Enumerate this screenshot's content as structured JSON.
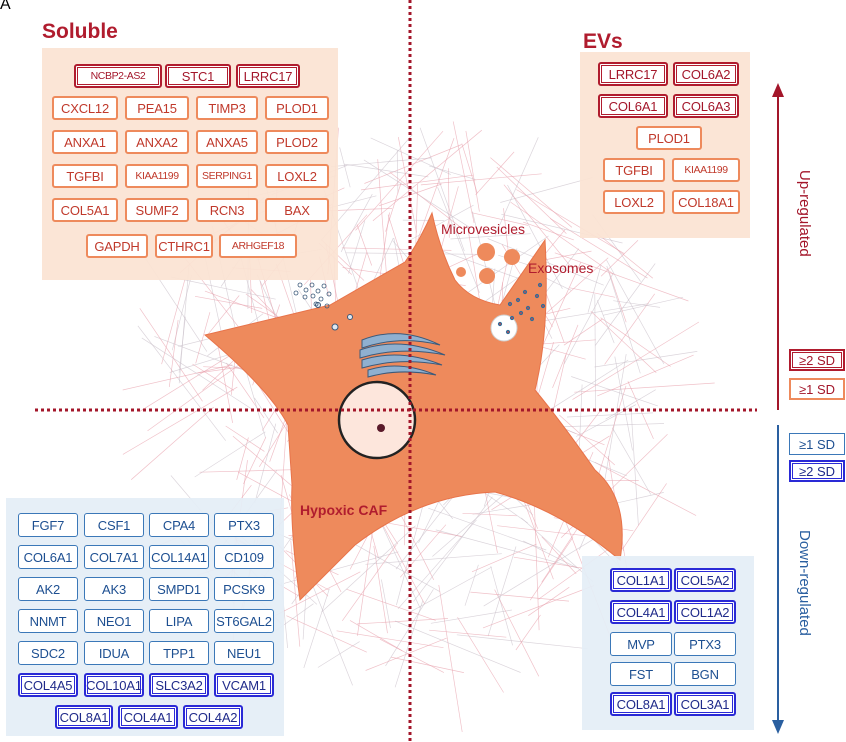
{
  "panel_letter": "A",
  "soluble": {
    "title": "Soluble",
    "rows": [
      [
        {
          "t": "NCBP2-AS2",
          "k": "u2"
        },
        {
          "t": "STC1",
          "k": "u2"
        },
        {
          "t": "LRRC17",
          "k": "u2"
        }
      ],
      [
        {
          "t": "CXCL12",
          "k": "u1"
        },
        {
          "t": "PEA15",
          "k": "u1"
        },
        {
          "t": "TIMP3",
          "k": "u1"
        },
        {
          "t": "PLOD1",
          "k": "u1"
        }
      ],
      [
        {
          "t": "ANXA1",
          "k": "u1"
        },
        {
          "t": "ANXA2",
          "k": "u1"
        },
        {
          "t": "ANXA5",
          "k": "u1"
        },
        {
          "t": "PLOD2",
          "k": "u1"
        }
      ],
      [
        {
          "t": "TGFBI",
          "k": "u1"
        },
        {
          "t": "KIAA1199",
          "k": "u1"
        },
        {
          "t": "SERPING1",
          "k": "u1"
        },
        {
          "t": "LOXL2",
          "k": "u1"
        }
      ],
      [
        {
          "t": "COL5A1",
          "k": "u1"
        },
        {
          "t": "SUMF2",
          "k": "u1"
        },
        {
          "t": "RCN3",
          "k": "u1"
        },
        {
          "t": "BAX",
          "k": "u1"
        }
      ],
      [
        {
          "t": "GAPDH",
          "k": "u1"
        },
        {
          "t": "CTHRC1",
          "k": "u1"
        },
        {
          "t": "ARHGEF18",
          "k": "u1"
        }
      ]
    ]
  },
  "evs": {
    "title": "EVs",
    "rows": [
      [
        {
          "t": "LRRC17",
          "k": "u2"
        },
        {
          "t": "COL6A2",
          "k": "u2"
        }
      ],
      [
        {
          "t": "COL6A1",
          "k": "u2"
        },
        {
          "t": "COL6A3",
          "k": "u2"
        }
      ],
      [
        {
          "t": "PLOD1",
          "k": "u1"
        }
      ],
      [
        {
          "t": "TGFBI",
          "k": "u1"
        },
        {
          "t": "KIAA1199",
          "k": "u1"
        }
      ],
      [
        {
          "t": "LOXL2",
          "k": "u1"
        },
        {
          "t": "COL18A1",
          "k": "u1"
        }
      ]
    ]
  },
  "down_soluble": {
    "rows": [
      [
        {
          "t": "FGF7",
          "k": "d1"
        },
        {
          "t": "CSF1",
          "k": "d1"
        },
        {
          "t": "CPA4",
          "k": "d1"
        },
        {
          "t": "PTX3",
          "k": "d1"
        }
      ],
      [
        {
          "t": "COL6A1",
          "k": "d1"
        },
        {
          "t": "COL7A1",
          "k": "d1"
        },
        {
          "t": "COL14A1",
          "k": "d1"
        },
        {
          "t": "CD109",
          "k": "d1"
        }
      ],
      [
        {
          "t": "AK2",
          "k": "d1"
        },
        {
          "t": "AK3",
          "k": "d1"
        },
        {
          "t": "SMPD1",
          "k": "d1"
        },
        {
          "t": "PCSK9",
          "k": "d1"
        }
      ],
      [
        {
          "t": "NNMT",
          "k": "d1"
        },
        {
          "t": "NEO1",
          "k": "d1"
        },
        {
          "t": "LIPA",
          "k": "d1"
        },
        {
          "t": "ST6GAL2",
          "k": "d1"
        }
      ],
      [
        {
          "t": "SDC2",
          "k": "d1"
        },
        {
          "t": "IDUA",
          "k": "d1"
        },
        {
          "t": "TPP1",
          "k": "d1"
        },
        {
          "t": "NEU1",
          "k": "d1"
        }
      ],
      [
        {
          "t": "COL4A5",
          "k": "d2"
        },
        {
          "t": "COL10A1",
          "k": "d2"
        },
        {
          "t": "SLC3A2",
          "k": "d2"
        },
        {
          "t": "VCAM1",
          "k": "d2"
        }
      ],
      [
        {
          "t": "COL8A1",
          "k": "d2"
        },
        {
          "t": "COL4A1",
          "k": "d2"
        },
        {
          "t": "COL4A2",
          "k": "d2"
        }
      ]
    ]
  },
  "down_evs": {
    "rows": [
      [
        {
          "t": "COL1A1",
          "k": "d2"
        },
        {
          "t": "COL5A2",
          "k": "d2"
        }
      ],
      [
        {
          "t": "COL4A1",
          "k": "d2"
        },
        {
          "t": "COL1A2",
          "k": "d2"
        }
      ],
      [
        {
          "t": "MVP",
          "k": "d1"
        },
        {
          "t": "PTX3",
          "k": "d1"
        }
      ],
      [
        {
          "t": "FST",
          "k": "d1"
        },
        {
          "t": "BGN",
          "k": "d1"
        }
      ],
      [
        {
          "t": "COL8A1",
          "k": "d2"
        },
        {
          "t": "COL3A1",
          "k": "d2"
        }
      ]
    ]
  },
  "labels": {
    "microvesicles": "Microvesicles",
    "exosomes": "Exosomes",
    "cell": "Hypoxic CAF",
    "up": "Up-regulated",
    "down": "Down-regulated"
  },
  "legend": {
    "up_2sd": "≥2 SD",
    "up_1sd": "≥1 SD",
    "down_1sd": "≥1 SD",
    "down_2sd": "≥2 SD"
  },
  "colors": {
    "up_strong": "#b01c2e",
    "up_weak": "#ee8a5c",
    "down_weak": "#3b78b8",
    "down_strong": "#2a2ad6",
    "cell": "#ee8a5c",
    "up_panel": "#fbe3d3",
    "down_panel": "#e4eef6"
  }
}
